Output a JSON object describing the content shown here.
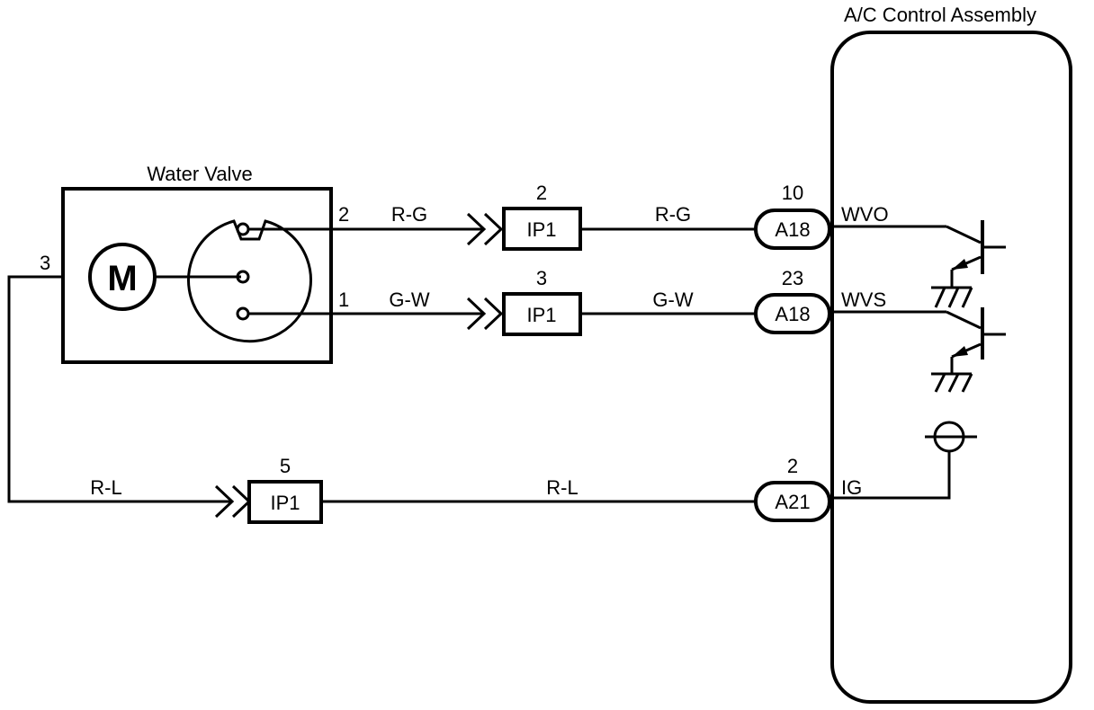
{
  "components": {
    "water_valve": {
      "title": "Water Valve",
      "motor_symbol": "M"
    },
    "ac_control": {
      "title": "A/C Control Assembly"
    }
  },
  "pins": {
    "valve_pin_2": "2",
    "valve_pin_1": "1",
    "valve_pin_3": "3"
  },
  "wires": {
    "rg_left": "R-G",
    "rg_right": "R-G",
    "gw_left": "G-W",
    "gw_right": "G-W",
    "rl_left": "R-L",
    "rl_right": "R-L"
  },
  "connectors": {
    "ip1_top": {
      "pin": "2",
      "name": "IP1"
    },
    "ip1_mid": {
      "pin": "3",
      "name": "IP1"
    },
    "ip1_bot": {
      "pin": "5",
      "name": "IP1"
    },
    "a18_top": {
      "pin": "10",
      "name": "A18"
    },
    "a18_mid": {
      "pin": "23",
      "name": "A18"
    },
    "a21_bot": {
      "pin": "2",
      "name": "A21"
    }
  },
  "terminals": {
    "wvo": "WVO",
    "wvs": "WVS",
    "ig": "IG"
  }
}
